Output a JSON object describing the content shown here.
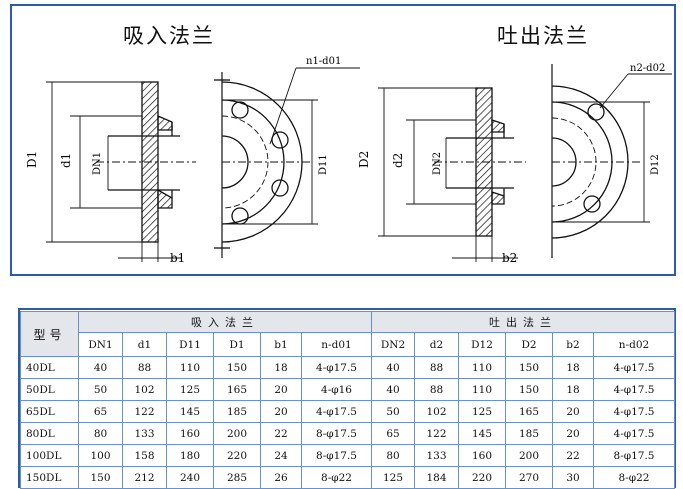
{
  "drawing": {
    "suction_title": "吸入法兰",
    "discharge_title": "吐出法兰",
    "suction_labels": {
      "D": "D1",
      "d": "d1",
      "DN": "DN1",
      "DS": "D11",
      "b": "b1",
      "n": "n1-d01"
    },
    "discharge_labels": {
      "D": "D2",
      "d": "d2",
      "DN": "DN2",
      "DS": "D12",
      "b": "b2",
      "n": "n2-d02"
    }
  },
  "table": {
    "model_header": "型号",
    "suction_header": "吸入法兰",
    "discharge_header": "吐出法兰",
    "columns": [
      "DN1",
      "d1",
      "D11",
      "D1",
      "b1",
      "n-d01",
      "DN2",
      "d2",
      "D12",
      "D2",
      "b2",
      "n-d02"
    ],
    "rows": [
      {
        "model": "40DL",
        "cells": [
          "40",
          "88",
          "110",
          "150",
          "18",
          "4-φ17.5",
          "40",
          "88",
          "110",
          "150",
          "18",
          "4-φ17.5"
        ]
      },
      {
        "model": "50DL",
        "cells": [
          "50",
          "102",
          "125",
          "165",
          "20",
          "4-φ16",
          "40",
          "88",
          "110",
          "150",
          "18",
          "4-φ17.5"
        ]
      },
      {
        "model": "65DL",
        "cells": [
          "65",
          "122",
          "145",
          "185",
          "20",
          "4-φ17.5",
          "50",
          "102",
          "125",
          "165",
          "20",
          "4-φ17.5"
        ]
      },
      {
        "model": "80DL",
        "cells": [
          "80",
          "133",
          "160",
          "200",
          "22",
          "8-φ17.5",
          "65",
          "122",
          "145",
          "185",
          "20",
          "4-φ17.5"
        ]
      },
      {
        "model": "100DL",
        "cells": [
          "100",
          "158",
          "180",
          "220",
          "24",
          "8-φ17.5",
          "80",
          "133",
          "160",
          "200",
          "22",
          "8-φ17.5"
        ]
      },
      {
        "model": "150DL",
        "cells": [
          "150",
          "212",
          "240",
          "285",
          "26",
          "8-φ22",
          "125",
          "184",
          "220",
          "270",
          "30",
          "8-φ22"
        ]
      }
    ]
  }
}
